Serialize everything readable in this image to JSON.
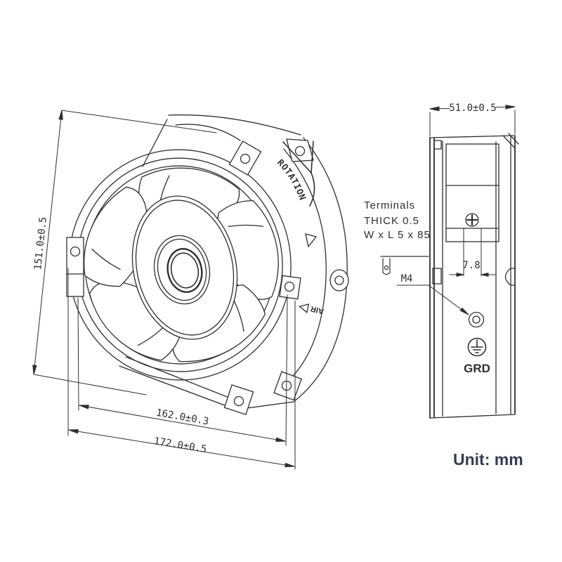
{
  "front_view": {
    "rotation_label": "ROTATION",
    "air_label": "AIR",
    "dim_height": "151.0±0.5",
    "dim_width_inner": "162.0±0.3",
    "dim_width_outer": "172.0±0.5"
  },
  "side_view": {
    "dim_depth": "51.0±0.5",
    "dim_terminal_spacing": "7.8",
    "mount_hole_label": "M4",
    "ground_label": "GRD",
    "terminals_note_line1": "Terminals",
    "terminals_note_line2": "THICK 0.5",
    "terminals_note_line3": "W x L 5 x 85"
  },
  "footer": {
    "unit_label": "Unit: mm"
  },
  "colors": {
    "line": "#2f2f2f",
    "unit_text": "#333c55"
  }
}
